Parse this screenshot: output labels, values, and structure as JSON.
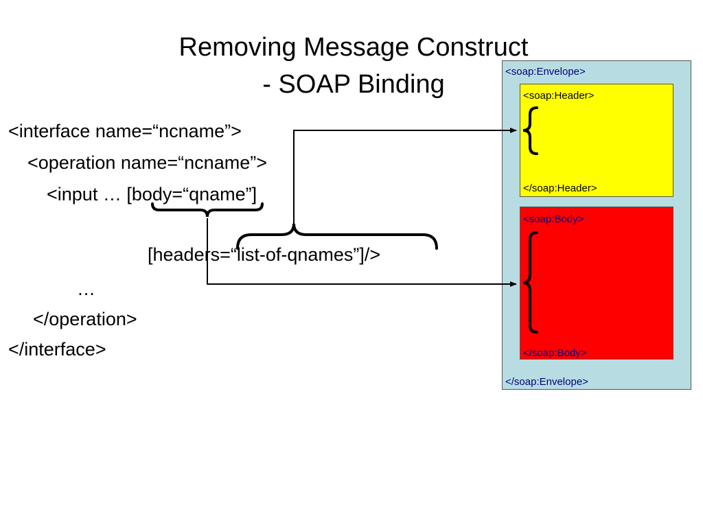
{
  "title": {
    "line1": "Removing Message Construct",
    "line2": "- SOAP Binding"
  },
  "code": {
    "line1": "<interface name=“ncname”>",
    "line2": "<operation name=“ncname”>",
    "line3": "<input … [body=“qname”]",
    "line4": "[headers=“list-of-qnames”]/>",
    "line5": "…",
    "line6": "</operation>",
    "line7": "</interface>"
  },
  "envelope": {
    "open": "<soap:Envelope>",
    "close": "</soap:Envelope>",
    "color": "#b7dde2"
  },
  "header": {
    "open": "<soap:Header>",
    "close": "</soap:Header>",
    "color": "#ffff00"
  },
  "body": {
    "open": "<soap:Body>",
    "close": "</soap:Body>",
    "color": "#ff0000"
  }
}
